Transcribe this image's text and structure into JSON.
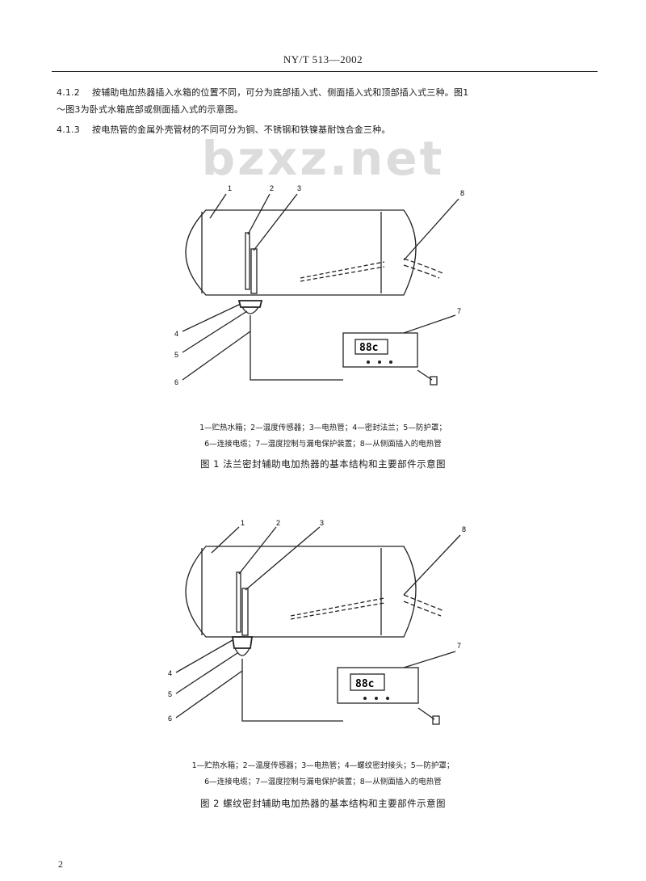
{
  "header": {
    "standard_no": "NY/T 513—2002"
  },
  "watermark": "bzxz.net",
  "paragraphs": [
    {
      "number": "4.1.2",
      "line1": "按辅助电加热器插入水箱的位置不同，可分为底部插入式、侧面插入式和顶部插入式三种。图1",
      "line2": "～图3为卧式水箱底部或侧面插入式的示意图。"
    },
    {
      "number": "4.1.3",
      "line1": "按电热管的金属外壳管材的不同可分为铜、不锈钢和铁镍基耐蚀合金三种。"
    }
  ],
  "figure1": {
    "labels": [
      "1",
      "2",
      "3",
      "4",
      "5",
      "6",
      "7",
      "8"
    ],
    "display": "88c",
    "legend_line1": "1—贮热水箱；2—温度传感器；3—电热管；4—密封法兰；5—防护罩；",
    "legend_line2": "6—连接电缆；7—温度控制与漏电保护装置；8—从侧面插入的电热管",
    "caption": "图 1  法兰密封辅助电加热器的基本结构和主要部件示意图"
  },
  "figure2": {
    "labels": [
      "1",
      "2",
      "3",
      "4",
      "5",
      "6",
      "7",
      "8"
    ],
    "display": "88c",
    "legend_line1": "1—贮热水箱；2—温度传感器；3—电热管；4—螺纹密封接头；5—防护罩；",
    "legend_line2": "6—连接电缆；7—温度控制与漏电保护装置；8—从侧面插入的电热管",
    "caption": "图 2  螺纹密封辅助电加热器的基本结构和主要部件示意图"
  },
  "page_number": "2"
}
